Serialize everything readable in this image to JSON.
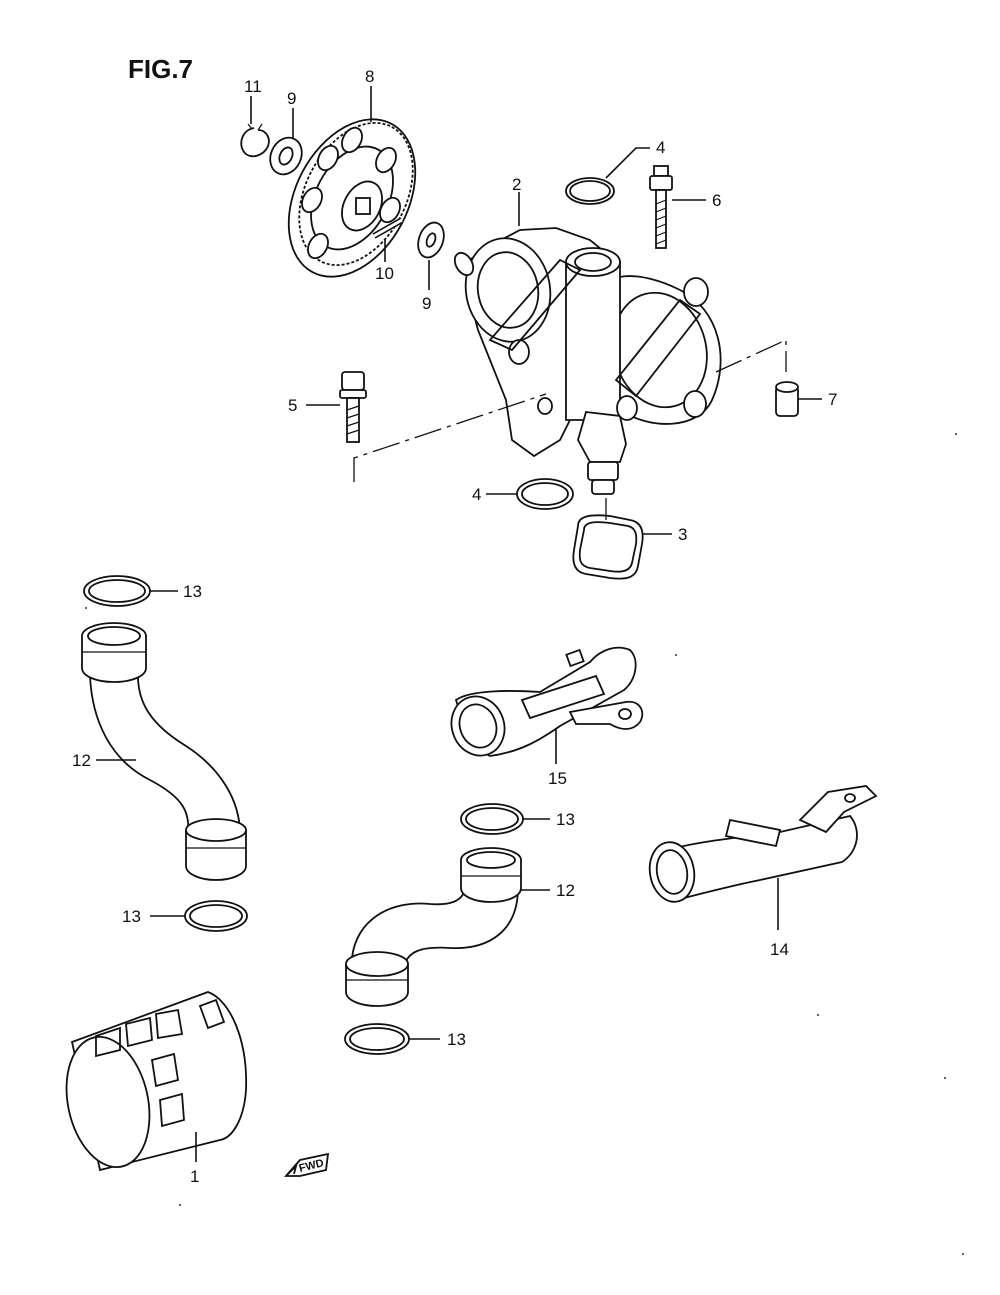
{
  "figure": {
    "title": "FIG.7"
  },
  "callouts": {
    "c11": "11",
    "c9a": "9",
    "c8": "8",
    "c4a": "4",
    "c2": "2",
    "c6": "6",
    "c10": "10",
    "c9b": "9",
    "c5": "5",
    "c7": "7",
    "c4b": "4",
    "c3": "3",
    "c13a": "13",
    "c12a": "12",
    "c15": "15",
    "c13b": "13",
    "c13c": "13",
    "c12b": "12",
    "c14": "14",
    "c13d": "13",
    "c1": "1"
  },
  "badge": {
    "fwd": "FWD"
  }
}
